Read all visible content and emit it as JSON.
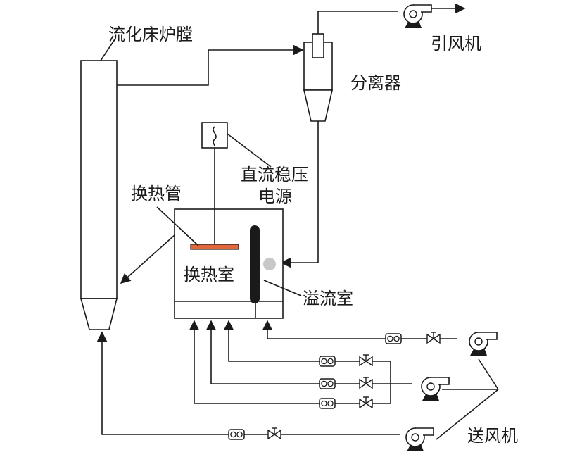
{
  "labels": {
    "furnace": "流化床炉膛",
    "induced_fan": "引风机",
    "separator": "分离器",
    "dc_power_line1": "直流稳压",
    "dc_power_line2": "电源",
    "heat_tube": "换热管",
    "heat_chamber": "换热室",
    "overflow_chamber": "溢流室",
    "blower": "送风机"
  },
  "colors": {
    "line": "#1a1a1a",
    "heat_tube": "#e0663c",
    "particle": "#c8c8c8"
  }
}
